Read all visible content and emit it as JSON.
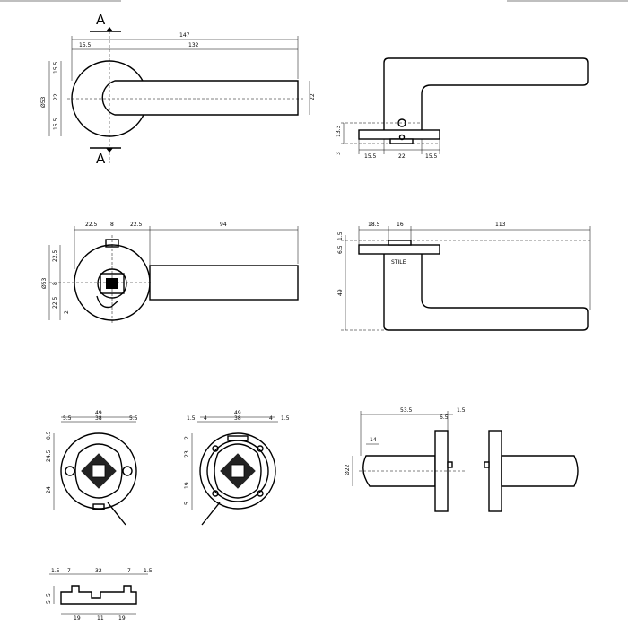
{
  "section_label": "A",
  "stile_label": "STILE",
  "views": {
    "top": {
      "overall": "147",
      "rose_offset": "15.5",
      "lever_length": "132",
      "rose_diameter": "Ø53",
      "upper": "15.5",
      "middle": "22",
      "lower": "15.5",
      "lever_height": "22"
    },
    "side_top": {
      "height": "13.3",
      "base": "3",
      "w1": "15.5",
      "w2": "22",
      "w3": "15.5"
    },
    "front_mid": {
      "left": "22.5",
      "center": "8",
      "right": "22.5",
      "lever": "94",
      "diameter": "Ø53",
      "upper": "22.5",
      "middle": "8",
      "lower": "22.5",
      "small": "2"
    },
    "side_mid": {
      "left": "18.5",
      "center": "16",
      "length": "113",
      "top": "1.5",
      "plate": "6.5",
      "height": "49"
    },
    "rose_front": {
      "width": "49",
      "l": "5.5",
      "c": "38",
      "r": "5.5",
      "t1": "0.5",
      "t2": "24.5",
      "b": "24"
    },
    "rose_back": {
      "width": "49",
      "l1": "1.5",
      "l2": "4",
      "c": "38",
      "r1": "4",
      "r2": "1.5",
      "t1": "2",
      "t2": "23",
      "b1": "19",
      "b2": "5"
    },
    "side_low": {
      "length": "53.5",
      "plate": "6.5",
      "tip": "1.5",
      "grip": "14",
      "diameter": "Ø22"
    },
    "bottom": {
      "l1": "1.5",
      "l2": "7",
      "c": "32",
      "r1": "7",
      "r2": "1.5",
      "h1": "5",
      "h2": "5",
      "b1": "19",
      "b2": "11",
      "b3": "19"
    }
  }
}
